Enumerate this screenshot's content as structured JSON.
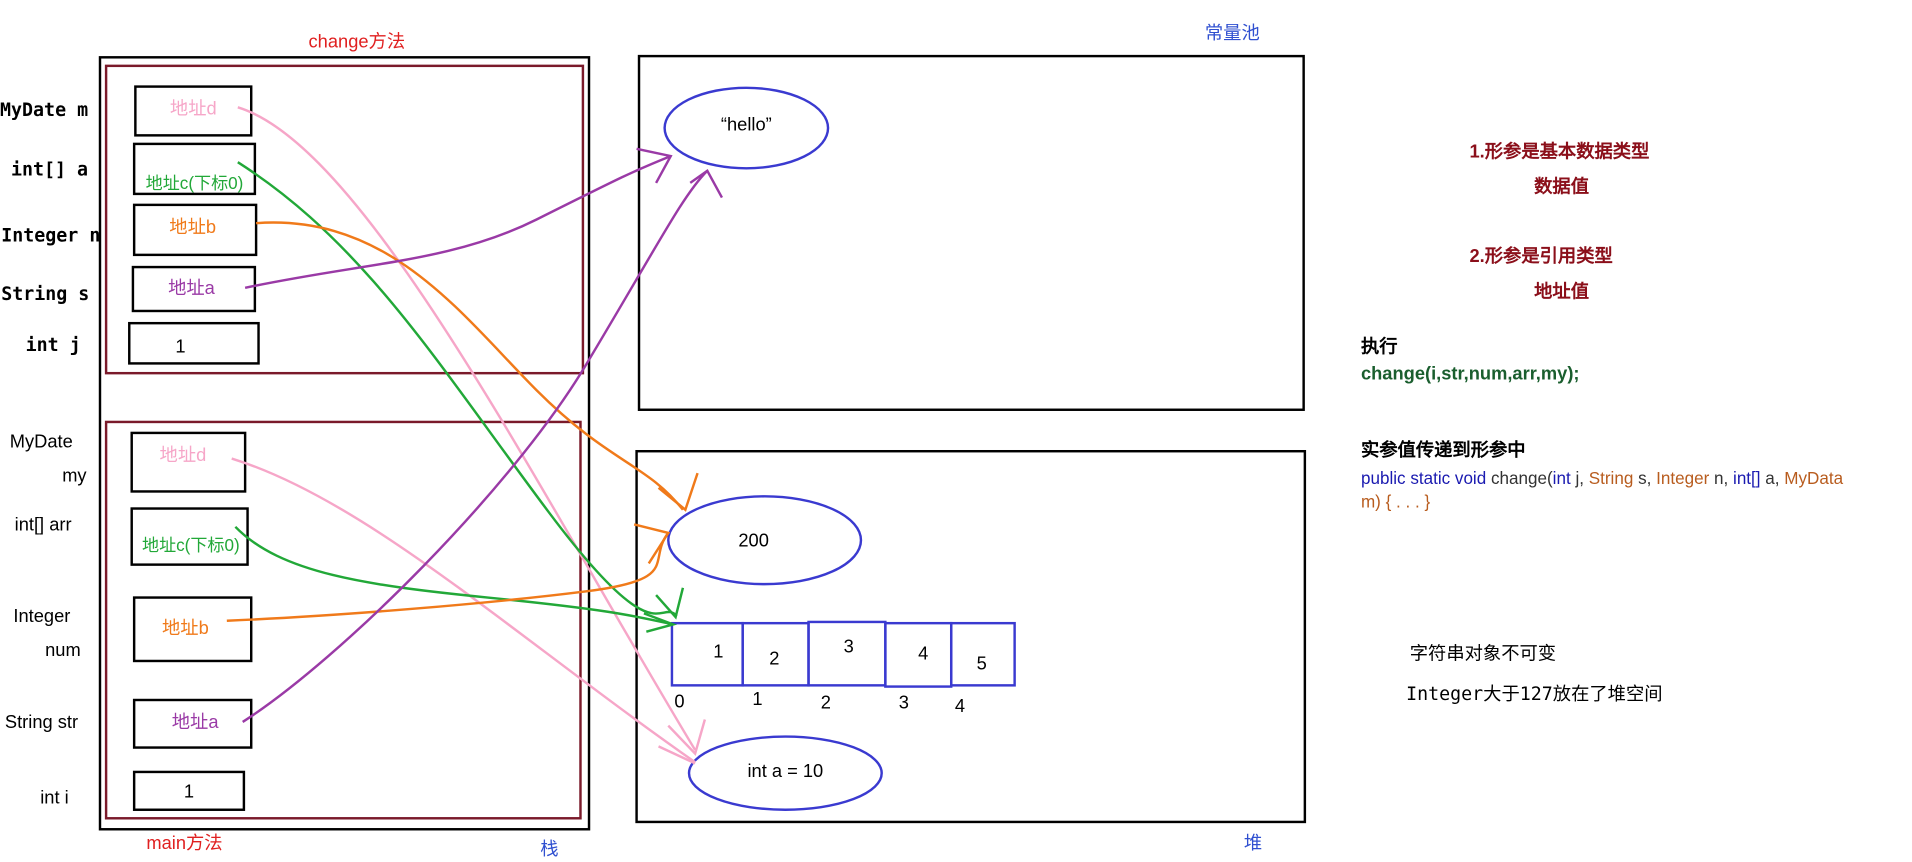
{
  "frames": {
    "change_method": "change方法",
    "main_method": "main方法",
    "stack": "栈",
    "constant_pool": "常量池",
    "heap": "堆"
  },
  "change_frame": {
    "params": [
      {
        "label": "MyDate m",
        "value": "地址d",
        "color": "#f6a6c8"
      },
      {
        "label": "int[] a",
        "value": "地址c(下标0)",
        "color": "#22a838"
      },
      {
        "label": "Integer n",
        "value": "地址b",
        "color": "#f07a1a"
      },
      {
        "label": "String s",
        "value": "地址a",
        "color": "#9a3aa6"
      },
      {
        "label": "int j",
        "value": "1",
        "color": "#000000"
      }
    ]
  },
  "main_frame": {
    "vars": [
      {
        "label_line1": "MyDate",
        "label_line2": "my",
        "value": "地址d",
        "color": "#f6a6c8"
      },
      {
        "label_line1": "int[] arr",
        "label_line2": "",
        "value": "地址c(下标0)",
        "color": "#22a838"
      },
      {
        "label_line1": "Integer",
        "label_line2": "num",
        "value": "地址b",
        "color": "#f07a1a"
      },
      {
        "label_line1": "String str",
        "label_line2": "",
        "value": "地址a",
        "color": "#9a3aa6"
      },
      {
        "label_line1": "int i",
        "label_line2": "",
        "value": "1",
        "color": "#000000"
      }
    ]
  },
  "constant_pool_items": {
    "hello": "“hello”"
  },
  "heap_items": {
    "integer_obj": "200",
    "mydate_obj": "int a = 10",
    "array_values": [
      "1",
      "2",
      "3",
      "4",
      "5"
    ],
    "array_indices": [
      "0",
      "1",
      "2",
      "3",
      "4"
    ]
  },
  "notes": {
    "n1_title": "1.形参是基本数据类型",
    "n1_value": "数据值",
    "n2_title": "2.形参是引用类型",
    "n2_value": "地址值",
    "exec_label": "执行",
    "exec_call": "change(i,str,num,arr,my);",
    "pass_label": "实参值传递到形参中",
    "signature_line1": [
      {
        "text": "public static void",
        "color": "#1a1ab0"
      },
      {
        "text": " change(",
        "color": "#333333"
      },
      {
        "text": "int",
        "color": "#1a1ab0"
      },
      {
        "text": " j, ",
        "color": "#333333"
      },
      {
        "text": "String",
        "color": "#b85c1e"
      },
      {
        "text": " s, ",
        "color": "#333333"
      },
      {
        "text": "Integer",
        "color": "#b85c1e"
      },
      {
        "text": " n, ",
        "color": "#333333"
      },
      {
        "text": "int[]",
        "color": "#1a1ab0"
      },
      {
        "text": " a, ",
        "color": "#333333"
      },
      {
        "text": "MyData",
        "color": "#b85c1e"
      }
    ],
    "signature_line2": "m) { . . . }",
    "immutable_note": "字符串对象不可变",
    "integer_note": "Integer大于127放在了堆空间"
  },
  "colors": {
    "stack_frame_border": "#7a1a2a",
    "blue_ellipse": "#3a3ad0",
    "red_label": "#e02020",
    "blue_label": "#3050d0",
    "dark_red_note": "#8b0f1a",
    "green_call": "#1a5e2e",
    "pink": "#f6a6c8",
    "green": "#22a838",
    "orange": "#f07a1a",
    "purple": "#9a3aa6"
  }
}
